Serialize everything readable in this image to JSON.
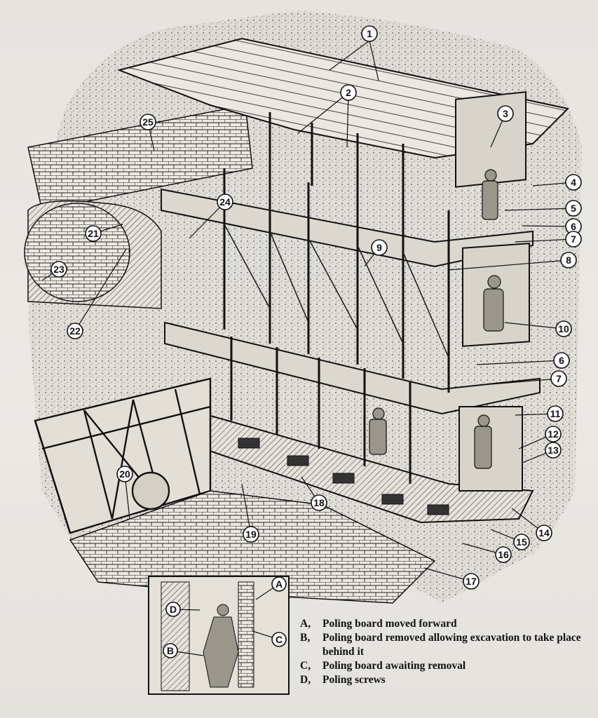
{
  "diagram": {
    "callouts": [
      "1",
      "2",
      "3",
      "4",
      "5",
      "6",
      "7",
      "8",
      "9",
      "10",
      "11",
      "12",
      "13",
      "14",
      "15",
      "16",
      "17",
      "18",
      "19",
      "20",
      "21",
      "22",
      "23",
      "24",
      "25"
    ],
    "inset_labels": [
      "A",
      "B",
      "C",
      "D"
    ]
  },
  "legend": [
    {
      "key": "A,",
      "text": "Poling board moved forward"
    },
    {
      "key": "B,",
      "text": "Poling board removed allowing excavation to take place behind it"
    },
    {
      "key": "C,",
      "text": "Poling board awaiting removal"
    },
    {
      "key": "D,",
      "text": "Poling screws"
    }
  ]
}
